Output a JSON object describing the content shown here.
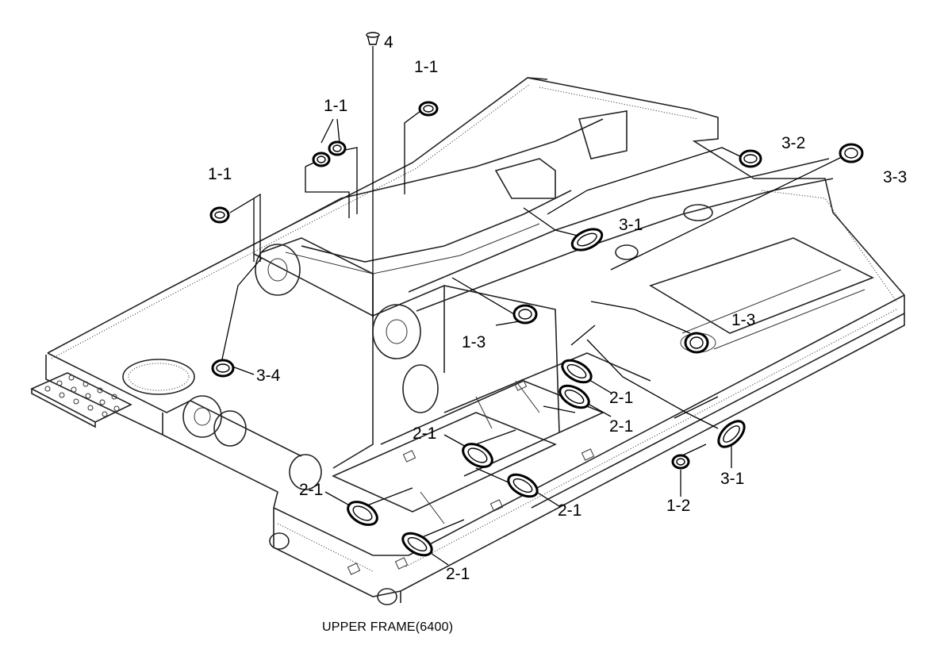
{
  "diagram": {
    "caption": "UPPER FRAME(6400)",
    "parts": [
      {
        "id": "label-4",
        "text": "4"
      },
      {
        "id": "label-1-1-top",
        "text": "1-1"
      },
      {
        "id": "label-1-1-mid",
        "text": "1-1"
      },
      {
        "id": "label-1-1-left",
        "text": "1-1"
      },
      {
        "id": "label-3-2",
        "text": "3-2"
      },
      {
        "id": "label-3-3",
        "text": "3-3"
      },
      {
        "id": "label-3-1-upper",
        "text": "3-1"
      },
      {
        "id": "label-1-3-right",
        "text": "1-3"
      },
      {
        "id": "label-1-3-left",
        "text": "1-3"
      },
      {
        "id": "label-3-4",
        "text": "3-4"
      },
      {
        "id": "label-2-1-a",
        "text": "2-1"
      },
      {
        "id": "label-2-1-b",
        "text": "2-1"
      },
      {
        "id": "label-2-1-c",
        "text": "2-1"
      },
      {
        "id": "label-2-1-d",
        "text": "2-1"
      },
      {
        "id": "label-2-1-e",
        "text": "2-1"
      },
      {
        "id": "label-2-1-f",
        "text": "2-1"
      },
      {
        "id": "label-3-1-lower",
        "text": "3-1"
      },
      {
        "id": "label-1-2",
        "text": "1-2"
      }
    ]
  }
}
